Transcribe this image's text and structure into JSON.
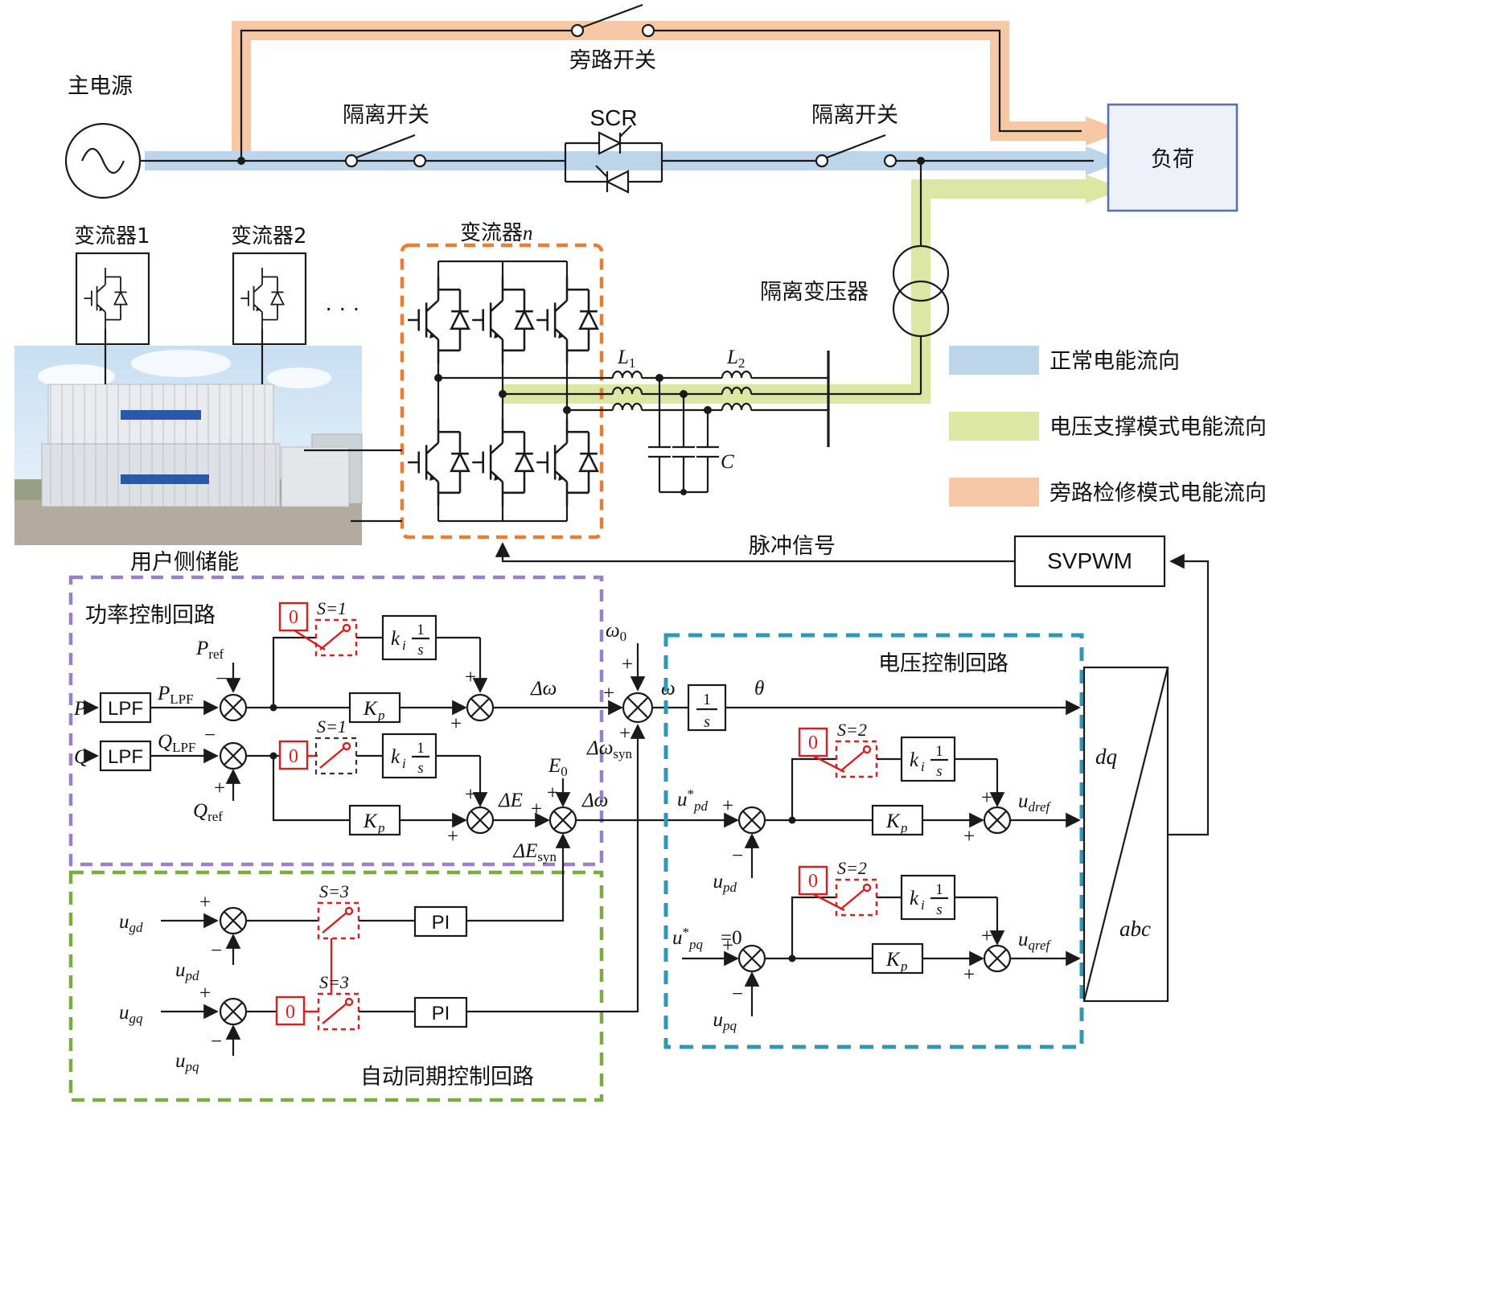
{
  "circuit": {
    "main_source": "主电源",
    "bypass_switch": "旁路开关",
    "isolation_switch": "隔离开关",
    "scr": "SCR",
    "load": "负荷",
    "transformer": "隔离变压器",
    "converter1": "变流器1",
    "converter2": "变流器2",
    "converter_n_prefix": "变流器",
    "storage": "用户侧储能",
    "pulse_signal": "脉冲信号",
    "svpwm": "SVPWM"
  },
  "legend": {
    "items": [
      {
        "label": "正常电能流向",
        "color": "#bcd5ea"
      },
      {
        "label": "电压支撑模式电能流向",
        "color": "#dbe7a3"
      },
      {
        "label": "旁路检修模式电能流向",
        "color": "#f6c8a6"
      }
    ]
  },
  "loops": {
    "power_title": "功率控制回路",
    "sync_title": "自动同期控制回路",
    "voltage_title": "电压控制回路"
  },
  "sym": {
    "plus": "+",
    "minus": "−",
    "zero": "0",
    "one": "1",
    "P": "P",
    "Q": "Q",
    "LPF": "LPF",
    "ref": "ref",
    "K": "K",
    "p": "p",
    "k": "k",
    "i": "i",
    "s": "s",
    "S1": "S=1",
    "S2": "S=2",
    "S3": "S=3",
    "PI": "PI",
    "dw": "Δω",
    "dE": "ΔE",
    "E": "E",
    "syn": "syn",
    "w": "ω",
    "theta": "θ",
    "u": "u",
    "star": "*",
    "gd": "gd",
    "pd": "pd",
    "gq": "gq",
    "pq": "pq",
    "dref": "dref",
    "qref": "qref",
    "eq0": "=0",
    "dq": "dq",
    "abc": "abc",
    "L": "L",
    "sub1": "1",
    "sub2": "2",
    "C": "C",
    "n": "n",
    "dots": "· · ·"
  }
}
